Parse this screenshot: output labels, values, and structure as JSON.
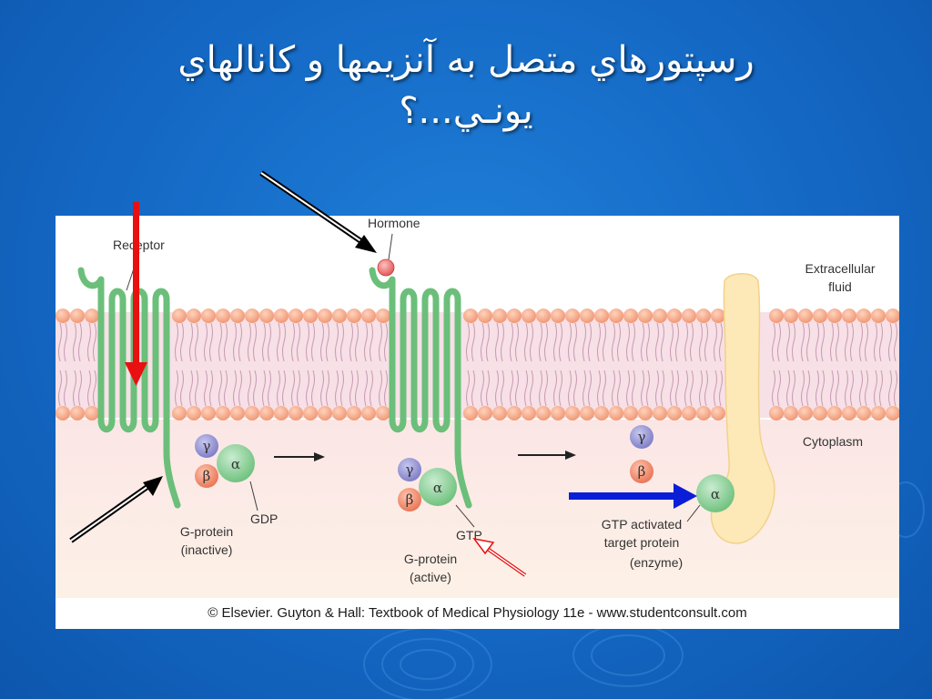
{
  "slide": {
    "title_line1": "رسپتورهاي متصل به آنزيمها و كانالهاي",
    "title_line2": "يونـي...؟"
  },
  "figure": {
    "labels": {
      "receptor": "Receptor",
      "hormone": "Hormone",
      "extracellular_1": "Extracellular",
      "extracellular_2": "fluid",
      "cytoplasm": "Cytoplasm",
      "gdp": "GDP",
      "gtp": "GTP",
      "gprotein_inactive_1": "G-protein",
      "gprotein_inactive_2": "(inactive)",
      "gprotein_active_1": "G-protein",
      "gprotein_active_2": "(active)",
      "target_1": "GTP activated",
      "target_2": "target protein",
      "target_3": "(enzyme)",
      "gamma": "γ",
      "beta": "β",
      "alpha": "α"
    },
    "caption": "© Elsevier. Guyton & Hall: Textbook of Medical Physiology 11e - www.studentconsult.com"
  },
  "colors": {
    "background": "#1468c4",
    "receptor_green": "#6bbf7a",
    "lipid_head": "#f4a57e",
    "membrane_band": "#f6dde2",
    "cytoplasm": "#fbeee6",
    "enzyme_yellow": "#fde6b0",
    "alpha_subunit": "#8ccf9a",
    "gamma_subunit": "#8f8fd0",
    "beta_subunit": "#f08a6a",
    "hormone": "#f06a6a",
    "arrow_red": "#e81010",
    "arrow_blue": "#0a1ed8",
    "arrow_black": "#000000"
  }
}
